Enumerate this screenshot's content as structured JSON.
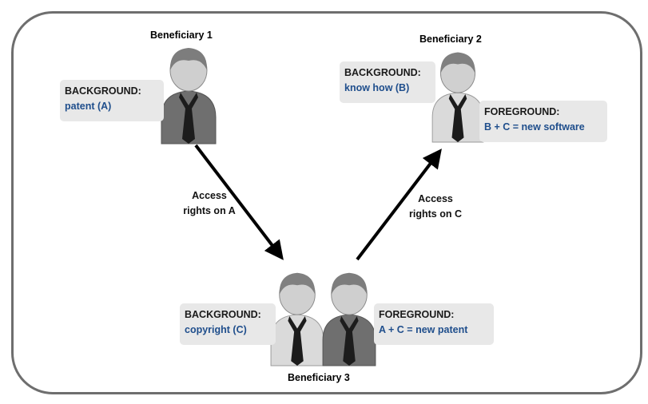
{
  "beneficiaries": [
    {
      "name": "Beneficiary 1",
      "shade": "dark"
    },
    {
      "name": "Beneficiary 2",
      "shade": "light"
    },
    {
      "name": "Beneficiary 3",
      "shade": "mixed"
    }
  ],
  "boxes": {
    "b1_background": {
      "title": "BACKGROUND:",
      "value": "patent (A)"
    },
    "b2_background": {
      "title": "BACKGROUND:",
      "value": "know how (B)"
    },
    "b2_foreground": {
      "title": "FOREGROUND:",
      "value": "B + C = new software"
    },
    "b3_background": {
      "title": "BACKGROUND:",
      "value": "copyright (C)"
    },
    "b3_foreground": {
      "title": "FOREGROUND:",
      "value": "A + C = new patent"
    }
  },
  "edges": [
    {
      "from": "Beneficiary 1",
      "to": "Beneficiary 3",
      "label_line1": "Access",
      "label_line2": "rights on A"
    },
    {
      "from": "Beneficiary 3",
      "to": "Beneficiary 2",
      "label_line1": "Access",
      "label_line2": "rights on C"
    }
  ],
  "colors": {
    "frame": "#6e6e6e",
    "box_bg": "#e8e8e8",
    "value_text": "#1f4e8c",
    "person_dark": "#7a7a7a",
    "person_light": "#d6d6d6",
    "hair": "#7d7d7d",
    "face": "#c9c9c9",
    "tie": "#1c1c1c"
  }
}
